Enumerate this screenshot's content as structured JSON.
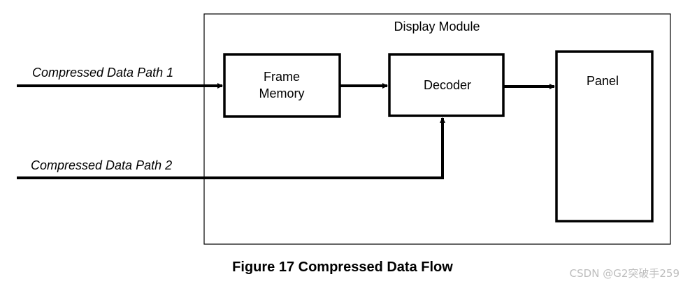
{
  "module": {
    "title": "Display Module"
  },
  "blocks": {
    "frame_memory": {
      "line1": "Frame",
      "line2": "Memory"
    },
    "decoder": {
      "label": "Decoder"
    },
    "panel": {
      "label": "Panel"
    }
  },
  "inputs": {
    "path1": "Compressed Data Path 1",
    "path2": "Compressed Data Path 2"
  },
  "caption": "Figure 17 Compressed Data Flow",
  "watermark": "CSDN @G2突破手259"
}
